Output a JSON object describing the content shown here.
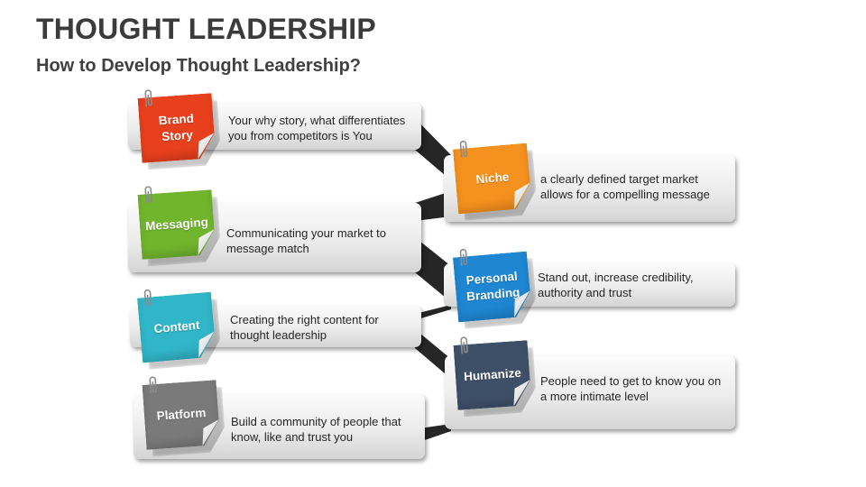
{
  "title": "THOUGHT LEADERSHIP",
  "subtitle": "How to Develop Thought Leadership?",
  "colors": {
    "brand_story": "#e8401c",
    "niche": "#f5911e",
    "messaging": "#71b52d",
    "personal_branding": "#1e86d2",
    "content": "#31b5c9",
    "humanize": "#3e5068",
    "platform": "#7a7a7a",
    "connector": "#262626"
  },
  "icons": [
    "paperclip-icon",
    "page-curl-icon"
  ],
  "steps": [
    {
      "label": "Brand Story",
      "text": "Your why story, what differentiates you from competitors is You"
    },
    {
      "label": "Niche",
      "text": "a clearly defined target market allows for a compelling message"
    },
    {
      "label": "Messaging",
      "text": "Communicating your market to message match"
    },
    {
      "label": "Personal Branding",
      "text": "Stand out, increase credibility, authority and trust"
    },
    {
      "label": "Content",
      "text": "Creating the right content for thought leadership"
    },
    {
      "label": "Humanize",
      "text": "People need to get to know you on a more intimate level"
    },
    {
      "label": "Platform",
      "text": "Build a community of people that know, like and trust you"
    }
  ]
}
